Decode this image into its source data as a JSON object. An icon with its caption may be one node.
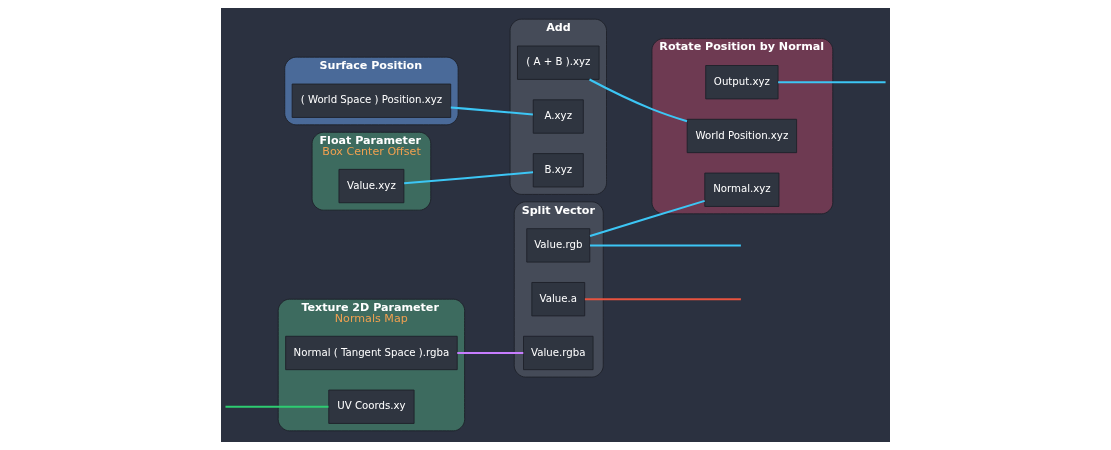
{
  "diagram": {
    "nodes": [
      {
        "text": [
          "Texture 2D Parameter",
          "Normals Map"
        ]
      },
      {
        "text": [
          "Normal ( Tangent Space ).rgba"
        ],
        "in": 0
      },
      {
        "text": [
          "UV Coords.xy"
        ],
        "in": 0
      },
      {
        "text": [
          "Split Vector"
        ]
      },
      {
        "text": [
          "Value.rgb"
        ],
        "in": 3
      },
      {
        "text": [
          "Value.a"
        ],
        "in": 3
      },
      {
        "text": [
          "Value.rgba"
        ],
        "in": 3
      },
      {
        "text": [
          "Surface Position"
        ]
      },
      {
        "text": [
          "( World Space ) Position.xyz"
        ],
        "in": 7
      },
      {
        "text": [
          "Add"
        ]
      },
      {
        "text": [
          "( A + B ).xyz"
        ],
        "in": 9
      },
      {
        "text": [
          "A.xyz"
        ],
        "in": 9
      },
      {
        "text": [
          "B.xyz"
        ],
        "in": 9
      },
      {
        "text": [
          "Float Parameter",
          "Box Center Offset"
        ]
      },
      {
        "text": [
          "Value.xyz"
        ],
        "in": 13
      },
      {
        "text": [
          "Rotate Position by Normal"
        ]
      },
      {
        "text": [
          "Output.xyz"
        ],
        "in": 15
      },
      {
        "text": [
          "Normal.xyz"
        ],
        "in": 15
      },
      {
        "text": [
          "World Position.xyz"
        ],
        "in": 15
      }
    ],
    "edges": [
      {
        "from": null,
        "to": 2,
        "arrow": "none",
        "color": "#2ecc71"
      },
      {
        "from": 1,
        "to": 6,
        "arrow": "none",
        "color": "#c77dff"
      },
      {
        "from": 4,
        "to": null,
        "arrow": "none"
      },
      {
        "from": 5,
        "to": null,
        "arrow": "none",
        "color": "#e8533f"
      },
      {
        "from": 4,
        "to": 17,
        "arrow": "none"
      },
      {
        "from": 8,
        "to": 11,
        "arrow": "none"
      },
      {
        "from": 14,
        "to": 12,
        "arrow": "none"
      },
      {
        "from": 10,
        "to": 18,
        "arrow": "none"
      },
      {
        "from": 16,
        "to": null,
        "arrow": "none"
      }
    ]
  }
}
